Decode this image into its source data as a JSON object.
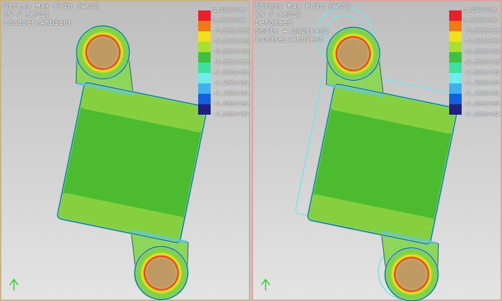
{
  "diagram": {
    "labels": [
      "Stress Max Prin (WCS)",
      "(N / mm^2)",
      "Loadset:Ambient",
      "-1.805e+01",
      "Stress Max Prin (WCS)",
      "(N / mm^2)",
      "Deformed",
      "Scale   4.2328E+02",
      "Loadset:Ambient",
      "-1.805e+01"
    ],
    "legend": [
      {
        "text": "1.199e+00",
        "color": "#e8202a"
      },
      {
        "text": "0.000e+00",
        "color": "#f07a1a"
      },
      {
        "text": "-2.000e+00",
        "color": "#f0e020"
      },
      {
        "text": "-4.000e+00",
        "color": "#a8e030"
      },
      {
        "text": "-6.000e+00",
        "color": "#40c040"
      },
      {
        "text": "-8.000e+00",
        "color": "#40e0a0"
      },
      {
        "text": "-1.000e+01",
        "color": "#70ecec"
      },
      {
        "text": "-1.200e+01",
        "color": "#40b0f0"
      },
      {
        "text": "-1.400e+01",
        "color": "#1060e0"
      },
      {
        "text": "-1.600e+01",
        "color": "#202080"
      },
      {
        "text": "1.199e+00",
        "color": "#e8202a"
      },
      {
        "text": "0.000e+00",
        "color": "#f07a1a"
      },
      {
        "text": "-2.000e+00",
        "color": "#f0e020"
      },
      {
        "text": "-4.000e+00",
        "color": "#a8e030"
      },
      {
        "text": "-6.000e+00",
        "color": "#40c040"
      },
      {
        "text": "-8.000e+00",
        "color": "#40e0a0"
      },
      {
        "text": "-1.000e+01",
        "color": "#70ecec"
      },
      {
        "text": "-1.200e+01",
        "color": "#40b0f0"
      },
      {
        "text": "-1.400e+01",
        "color": "#1060e0"
      },
      {
        "text": "-1.600e+01",
        "color": "#202080"
      }
    ]
  }
}
